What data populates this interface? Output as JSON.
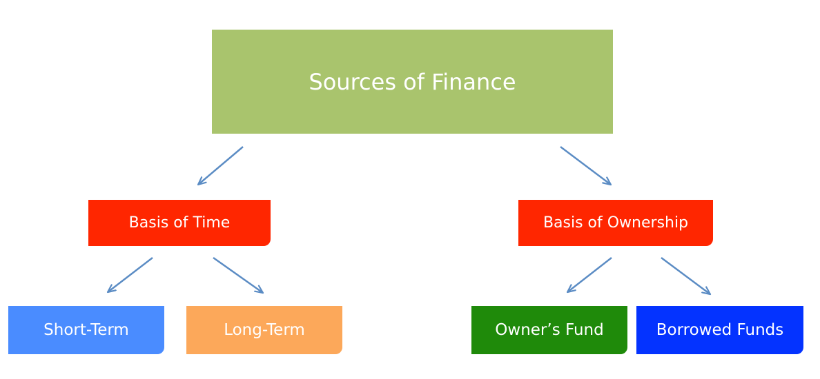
{
  "root": {
    "label": "Sources of Finance",
    "color": "#a9c46d"
  },
  "time": {
    "label": "Basis of Time",
    "color": "#ff2600",
    "children": [
      {
        "label": "Short-Term",
        "color": "#4a8cff"
      },
      {
        "label": "Long-Term",
        "color": "#fca85a"
      }
    ]
  },
  "ownership": {
    "label": "Basis of Ownership",
    "color": "#ff2600",
    "children": [
      {
        "label": "Owner’s Fund",
        "color": "#1f8a0a"
      },
      {
        "label": "Borrowed Funds",
        "color": "#0433ff"
      }
    ]
  },
  "arrow_color": "#5b8cc4"
}
